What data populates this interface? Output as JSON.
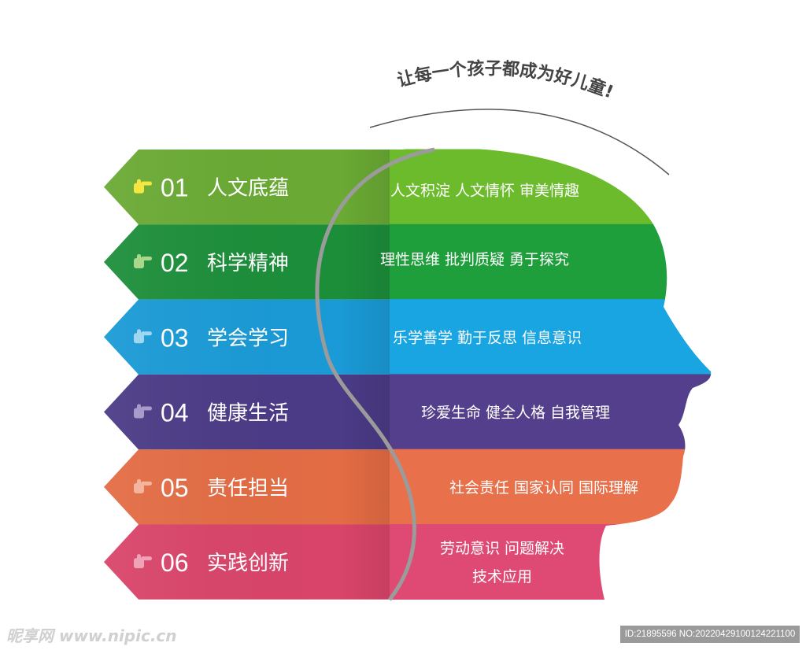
{
  "slogan": "让每一个孩子都成为好儿童!",
  "rows": [
    {
      "num": "01",
      "title": "人文底蕴",
      "desc": [
        "人文积淀 人文情怀 审美情趣"
      ],
      "color": "#6aaa34",
      "head_color": "#6cbb2c",
      "icon_color": "#f5e642"
    },
    {
      "num": "02",
      "title": "科学精神",
      "desc": [
        "理性思维 批判质疑 勇于探究"
      ],
      "color": "#1c8e3a",
      "head_color": "#1f9e3c",
      "icon_color": "#a9d88a"
    },
    {
      "num": "03",
      "title": "学会学习",
      "desc": [
        "乐学善学 勤于反思 信息意识"
      ],
      "color": "#1a9ad6",
      "head_color": "#19a4e2",
      "icon_color": "#9fd6f2"
    },
    {
      "num": "04",
      "title": "健康生活",
      "desc": [
        "珍爱生命 健全人格 自我管理"
      ],
      "color": "#4b3a86",
      "head_color": "#533f8c",
      "icon_color": "#a89bc9"
    },
    {
      "num": "05",
      "title": "责任担当",
      "desc": [
        "社会责任 国家认同 国际理解"
      ],
      "color": "#e36c44",
      "head_color": "#e8704a",
      "icon_color": "#f4b49d"
    },
    {
      "num": "06",
      "title": "实践创新",
      "desc": [
        "劳动意识 问题解决",
        "技术应用"
      ],
      "color": "#d9446a",
      "head_color": "#de4a73",
      "icon_color": "#f0a3b8"
    }
  ],
  "icons": [
    "pointing-hand-icon"
  ],
  "watermark_left": "昵享网 www.nipic.cn",
  "watermark_right": "ID:21895596 NO:20220429100124221100"
}
